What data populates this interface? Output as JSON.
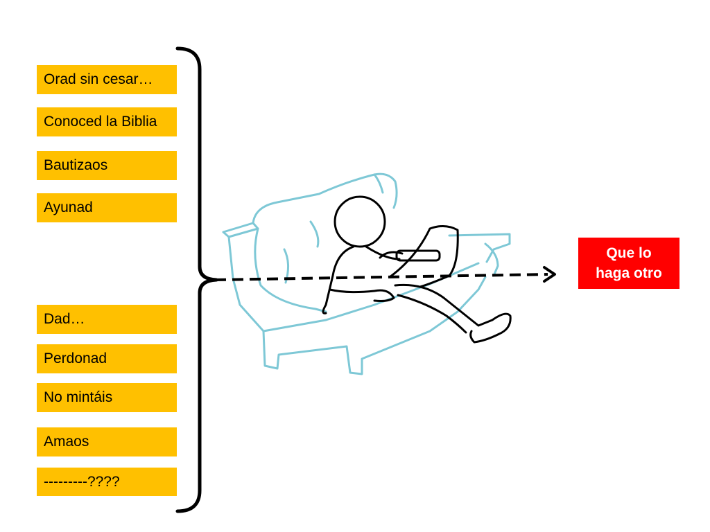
{
  "commands": [
    "Orad sin cesar…",
    "Conoced la Biblia",
    "Bautizaos",
    "Ayunad",
    "Dad…",
    "Perdonad",
    "No mintáis",
    "Amaos",
    "---------????"
  ],
  "result": {
    "line1": "Que lo",
    "line2": "haga otro"
  },
  "colors": {
    "command_box": "#ffc000",
    "result_box": "#ff0000",
    "result_text": "#ffffff",
    "sketch": "#7ec8d6"
  },
  "icons": {
    "illustration": "person-lounging-on-couch-with-remote-illustration",
    "bracket": "right-curly-bracket",
    "arrow": "dashed-arrow-right"
  }
}
